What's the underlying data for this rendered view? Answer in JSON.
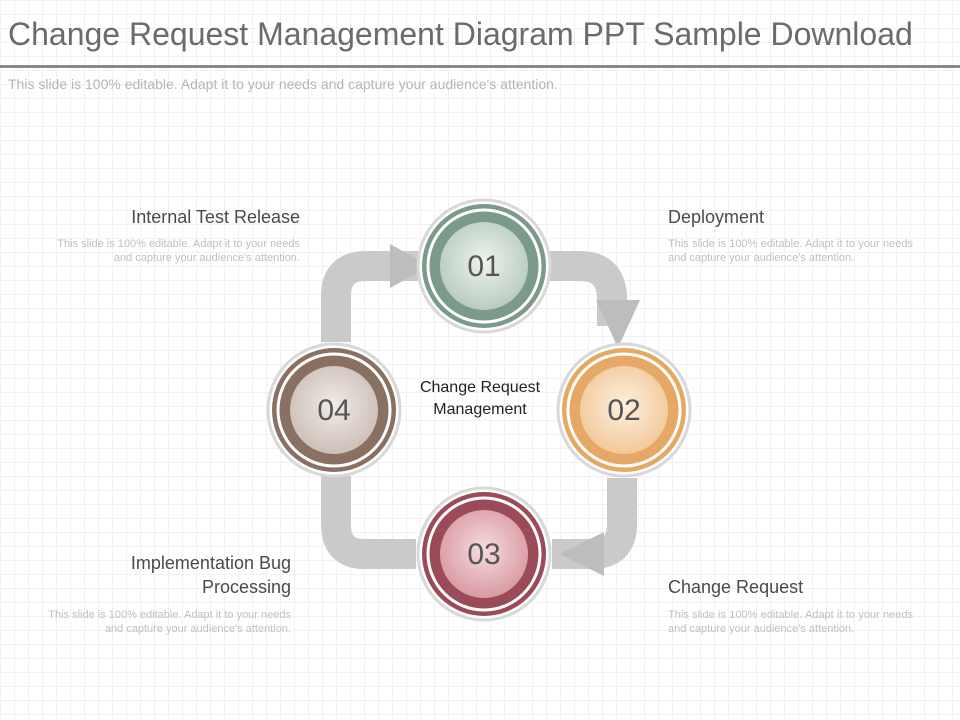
{
  "title": "Change Request Management Diagram PPT Sample Download",
  "subtitle": "This slide is 100% editable. Adapt it to your needs and capture your audience's attention.",
  "center_label": "Change Request Management",
  "steps": [
    {
      "number": "01",
      "label": "Internal Test Release",
      "description": "This slide is 100% editable. Adapt it to your needs and capture your audience's attention.",
      "color": "#7b9a8a"
    },
    {
      "number": "02",
      "label": "Deployment",
      "description": "This slide is 100% editable. Adapt it to your needs and capture your audience's attention.",
      "color": "#e6a865"
    },
    {
      "number": "03",
      "label": "Change Request",
      "description": "This slide is 100% editable. Adapt it to your needs and capture your audience's attention.",
      "color": "#9b4b58"
    },
    {
      "number": "04",
      "label": "Implementation Bug Processing",
      "description": "This slide is 100% editable. Adapt it to your needs and capture your audience's attention.",
      "color": "#8a7062"
    }
  ],
  "colors": {
    "arrow": "#c8c8c8",
    "title": "#6b6b6b",
    "rule": "#8a8a8a"
  }
}
